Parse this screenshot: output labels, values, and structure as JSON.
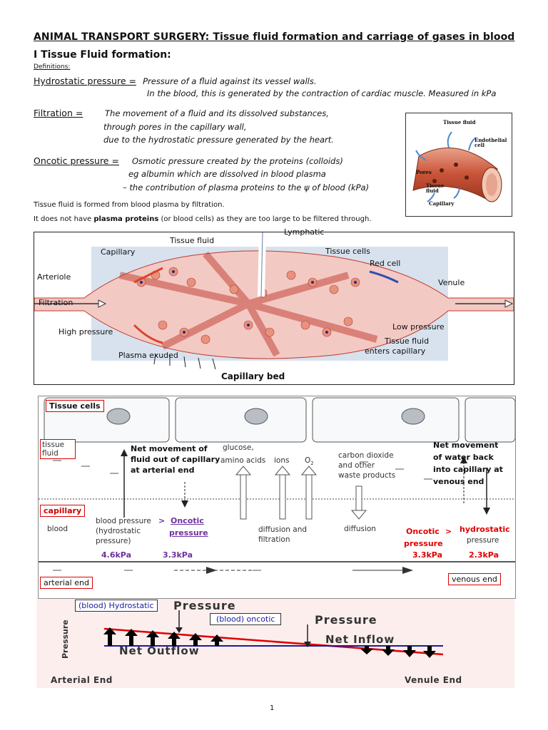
{
  "title": "ANIMAL TRANSPORT SURGERY: Tissue fluid formation and carriage of gases in blood",
  "section": "I Tissue Fluid formation:",
  "definitions_label": "Definitions:",
  "hydrostatic": {
    "term": "Hydrostatic pressure =",
    "line1": "Pressure of a fluid against its vessel walls.",
    "line2": "In the blood, this is generated by the contraction of cardiac muscle. Measured in kPa"
  },
  "filtration": {
    "term": "Filtration =",
    "line1": "The movement of a fluid and its dissolved substances,",
    "line2": "through pores in the capillary wall,",
    "line3": "due to the hydrostatic pressure generated by the heart."
  },
  "oncotic": {
    "term": "Oncotic pressure =",
    "line1": "Osmotic pressure created by the proteins (colloids)",
    "line2": "eg albumin which are dissolved in blood plasma",
    "line3": "– the contribution of plasma proteins to the ψ of blood  (kPa)"
  },
  "note1": "Tissue fluid is formed from blood plasma by filtration.",
  "note2_pre": "It does not have ",
  "note2_bold": "plasma proteins",
  "note2_post": " (or blood cells) as they are too large to be filtered through.",
  "photo_labels": {
    "tissue_fluid": "Tissue fluid",
    "endothelial": "Endothelial cell",
    "pores": "Pores",
    "tissue_fluid2": "Tissue fluid",
    "capillary": "Capillary"
  },
  "bed_labels": {
    "lymphatic": "Lymphatic",
    "tissue_fluid": "Tissue fluid",
    "capillary": "Capillary",
    "tissue_cells": "Tissue cells",
    "red_cell": "Red cell",
    "arteriole": "Arteriole",
    "venule": "Venule",
    "filtration": "Filtration",
    "high_pressure": "High pressure",
    "low_pressure": "Low pressure",
    "tissue_fluid_enters": "Tissue fluid",
    "enters_capillary": "enters capillary",
    "plasma_exuded": "Plasma exuded",
    "caption": "Capillary bed"
  },
  "exchange": {
    "tissue_cells": "Tissue cells",
    "tissue_fluid_1": "tissue",
    "tissue_fluid_2": "fluid",
    "net_out_1": "Net movement of",
    "net_out_2": "fluid out of capillary",
    "net_out_3": "at arterial end",
    "glucose": "glucose,",
    "amino": "amino acids",
    "ions": "ions",
    "o2": "O",
    "o2_sub": "2",
    "co2_1": "carbon dioxide",
    "co2_2": "and other",
    "co2_3": "waste products",
    "net_back_1": "Net movement",
    "net_back_2": "of water back",
    "net_back_3": "into capillary at",
    "net_back_4": "venous end",
    "capillary": "capillary",
    "blood": "blood",
    "bp_1": "blood pressure",
    "bp_gt": ">",
    "bp_onc_1": "Oncotic",
    "bp_2": "(hydrostatic",
    "bp_onc_2": "pressure",
    "bp_3": "pressure)",
    "val_46": "4.6kPa",
    "val_33a": "3.3kPa",
    "diff_filt_1": "diffusion and",
    "diff_filt_2": "filtration",
    "diffusion": "diffusion",
    "onc_v_1": "Oncotic",
    "onc_gt": ">",
    "onc_v_2": "pressure",
    "hyd_v_1": "hydrostatic",
    "hyd_v_2": "pressure",
    "val_33b": "3.3kPa",
    "val_23": "2.3kPa",
    "arterial_end": "arterial end",
    "venous_end": "venous end"
  },
  "pressure_fig": {
    "blood_hydrostatic": "(blood) Hydrostatic",
    "blood_oncotic": "(blood) oncotic",
    "pressure_1": "Pressure",
    "pressure_2": "Pressure",
    "axis": "Pressure",
    "net_outflow": "Net Outflow",
    "net_inflow": "Net Inflow",
    "arterial_end": "Arterial End",
    "venule_end": "Venule End"
  },
  "page_number": "1",
  "colors": {
    "red": "#e00000",
    "purple": "#7030a0",
    "blue": "#1a1aa0"
  }
}
